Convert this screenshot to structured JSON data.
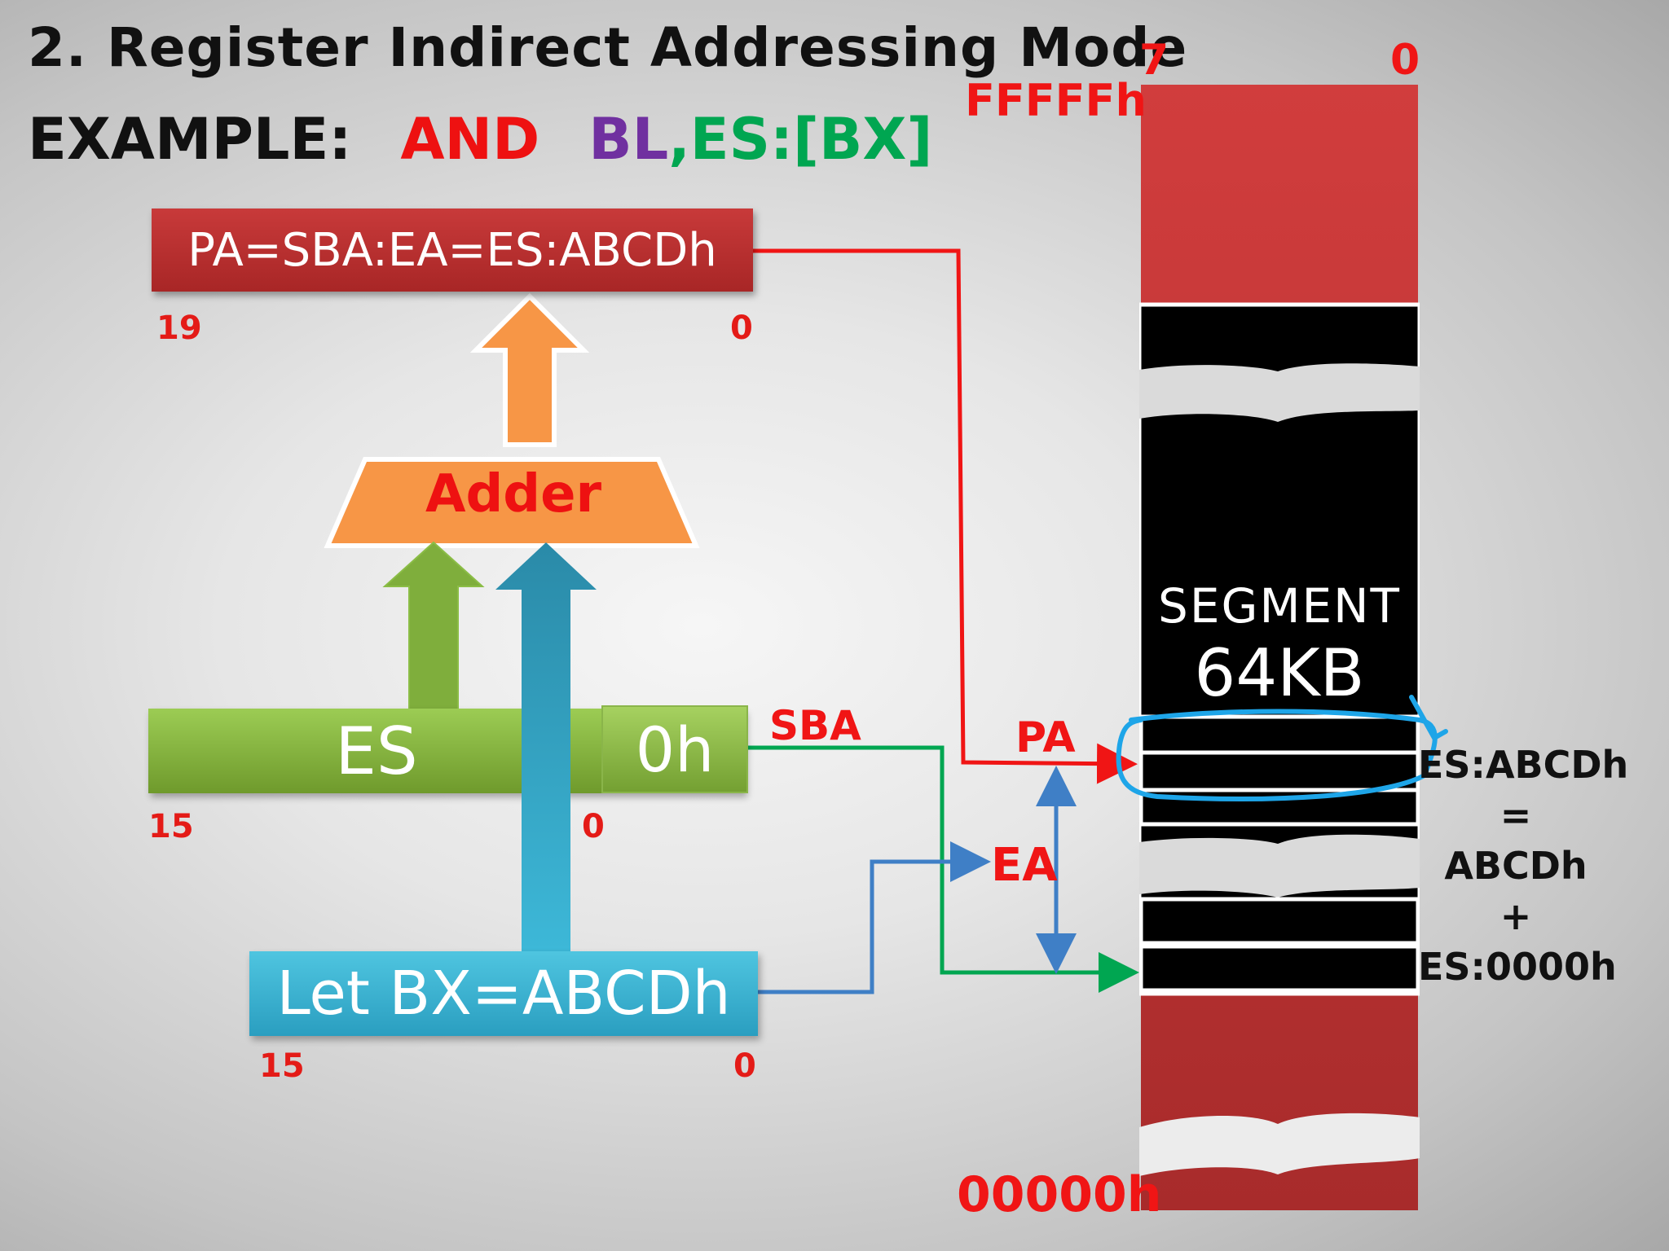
{
  "slide": {
    "title": "2. Register Indirect Addressing Mode",
    "example_label": "EXAMPLE:",
    "example_and": "AND",
    "example_bl": "BL",
    "example_rest": ",ES:[BX]"
  },
  "pa_register": {
    "label": "PA=SBA:EA=ES:ABCDh",
    "bit_high": "19",
    "bit_low": "0"
  },
  "adder": {
    "label": "Adder"
  },
  "es_register": {
    "label": "ES",
    "suffix": "0h",
    "bit_high": "15",
    "bit_low": "0",
    "output_label": "SBA"
  },
  "bx_register": {
    "label": "Let BX=ABCDh",
    "bit_high": "15",
    "bit_low": "0"
  },
  "memory": {
    "bit_high": "7",
    "bit_low": "0",
    "top_address": "FFFFFh",
    "bottom_address": "00000h",
    "segment_line1": "SEGMENT",
    "segment_line2": "64KB",
    "pa_label": "PA",
    "ea_label": "EA"
  },
  "calculation": {
    "line1": "ES:ABCDh",
    "line2": "=",
    "line3": "ABCDh",
    "line4": "+",
    "line5": "ES:0000h"
  },
  "colors": {
    "red": "#f01515",
    "memory_red": "#c73535",
    "green_arrow": "#00a651",
    "blue_arrow": "#3f7fc6",
    "annotation_blue": "#1ea5e8",
    "orange": "#f79646"
  }
}
